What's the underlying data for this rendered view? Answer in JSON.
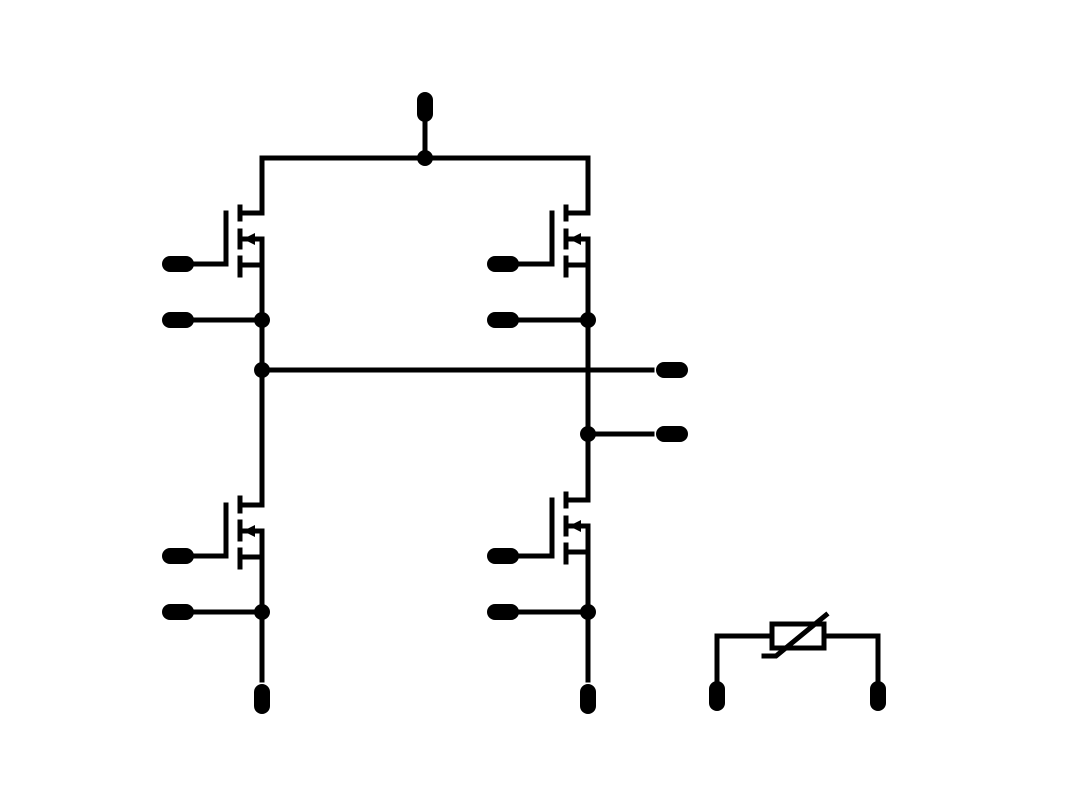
{
  "diagram": {
    "type": "circuit-schematic",
    "background": "#ffffff",
    "line_color": "#000000",
    "components": [
      {
        "id": "q1",
        "kind": "n-channel-mosfet"
      },
      {
        "id": "q2",
        "kind": "n-channel-mosfet"
      },
      {
        "id": "q3",
        "kind": "n-channel-mosfet"
      },
      {
        "id": "q4",
        "kind": "n-channel-mosfet"
      },
      {
        "id": "rt1",
        "kind": "thermistor"
      }
    ],
    "net_count": 9,
    "terminal_count": 15
  }
}
